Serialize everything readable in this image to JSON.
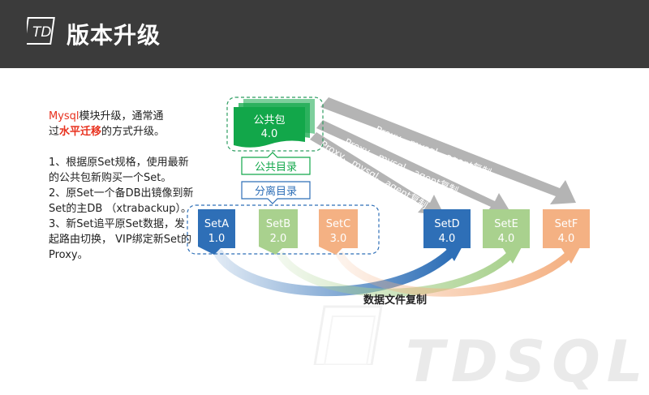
{
  "header": {
    "title": "版本升级",
    "logo_text": "TD"
  },
  "description": {
    "line1_a": "Mysql",
    "line1_b": "模块升级，通常通",
    "line2_a": "过",
    "line2_b": "水平迁移",
    "line2_c": "的方式升级。",
    "step1": "1、根据原Set规格，使用最新的公共包新购买一个Set。",
    "step2": "2、原Set一个备DB出镜像到新Set的主DB （xtrabackup）。",
    "step3": "3、新Set追平原Set数据，发起路由切换， VIP绑定新Set的Proxy。"
  },
  "public_package": {
    "name": "公共包",
    "version": "4.0"
  },
  "labels": {
    "public_dir": "公共目录",
    "separate_dir": "分离目录",
    "copy": "数据文件复制"
  },
  "arrow_texts": [
    "Proxy、mysql、agent复制",
    "Proxy、mysql、agent复制",
    "Proxy、mysql、agent复制"
  ],
  "old_sets": [
    {
      "name": "SetA",
      "version": "1.0"
    },
    {
      "name": "SetB",
      "version": "2.0"
    },
    {
      "name": "SetC",
      "version": "3.0"
    }
  ],
  "new_sets": [
    {
      "name": "SetD",
      "version": "4.0"
    },
    {
      "name": "SetE",
      "version": "4.0"
    },
    {
      "name": "SetF",
      "version": "4.0"
    }
  ],
  "colors": {
    "blue": "#2e6fb7",
    "green": "#a9d18e",
    "orange": "#f4b183",
    "pkg": "#12a74a",
    "header": "#3b3b3b"
  },
  "watermark": "TDSQL"
}
